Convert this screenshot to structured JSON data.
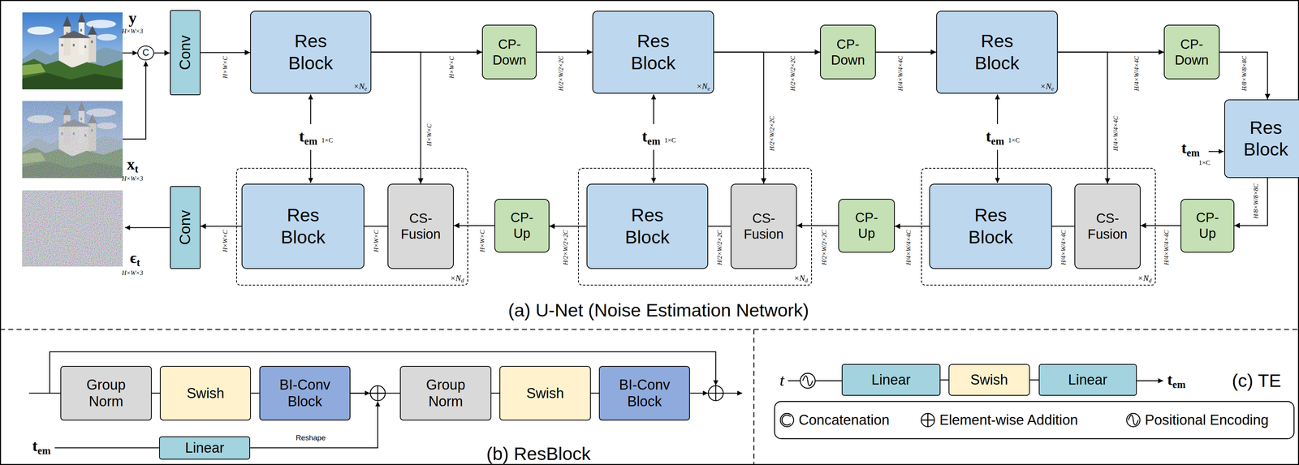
{
  "diagram": {
    "nodes": [
      {
        "text": [
          "C"
        ]
      },
      {
        "text": [
          "Conv"
        ]
      },
      {
        "text": [
          "Res Block",
          "×Ne"
        ]
      },
      {
        "text": [
          "CP- Down"
        ]
      },
      {
        "text": [
          "Res Block",
          "×Ne"
        ]
      },
      {
        "text": [
          "CP- Down"
        ]
      },
      {
        "text": [
          "Res Block",
          "×Ne"
        ]
      },
      {
        "text": [
          "CP- Down"
        ]
      },
      {
        "text": [
          "Res Block"
        ]
      },
      {
        "text": [
          "×Nd"
        ]
      },
      {
        "text": [
          "Res Block"
        ],
        "in": 9
      },
      {
        "text": [
          "CS- Fusion"
        ],
        "in": 9
      },
      {
        "text": [
          "CP- Up"
        ]
      },
      {
        "text": [
          "×Nd"
        ]
      },
      {
        "text": [
          "Res Block"
        ],
        "in": 13
      },
      {
        "text": [
          "CS- Fusion"
        ],
        "in": 13
      },
      {
        "text": [
          "CP- Up"
        ]
      },
      {
        "text": [
          "×Nd"
        ]
      },
      {
        "text": [
          "Res Block"
        ],
        "in": 17
      },
      {
        "text": [
          "CS- Fusion"
        ],
        "in": 17
      },
      {
        "text": [
          "CP- Up"
        ]
      },
      {
        "text": [
          "Conv"
        ]
      },
      {
        "text": [
          "Group Norm"
        ]
      },
      {
        "text": [
          "Swish"
        ]
      },
      {
        "text": [
          "BI-Conv Block"
        ]
      },
      {
        "text": [
          "Group Norm"
        ]
      },
      {
        "text": [
          "Swish"
        ]
      },
      {
        "text": [
          "BI-Conv Block"
        ]
      },
      {
        "text": [
          "Linear"
        ]
      },
      {
        "text": [
          "Linear"
        ]
      },
      {
        "text": [
          "Swish"
        ]
      },
      {
        "text": [
          "Linear"
        ]
      }
    ],
    "edges": [
      {
        "from": 0,
        "to": 1,
        "arrow": "to"
      },
      {
        "from": 1,
        "to": 2,
        "arrow": "to"
      },
      {
        "from": 2,
        "to": 3,
        "arrow": "to"
      },
      {
        "from": 3,
        "to": 4,
        "arrow": "to"
      },
      {
        "from": 4,
        "to": 5,
        "arrow": "to"
      },
      {
        "from": 5,
        "to": 6,
        "arrow": "to"
      },
      {
        "from": 6,
        "to": 7,
        "arrow": "to"
      },
      {
        "from": 7,
        "to": 8,
        "arrow": "to"
      },
      {
        "from": 8,
        "to": 20,
        "arrow": "to"
      },
      {
        "from": 20,
        "to": 19,
        "arrow": "to"
      },
      {
        "from": 19,
        "to": 18,
        "arrow": "none"
      },
      {
        "from": 18,
        "to": 16,
        "arrow": "to"
      },
      {
        "from": 16,
        "to": 15,
        "arrow": "to"
      },
      {
        "from": 15,
        "to": 14,
        "arrow": "none"
      },
      {
        "from": 14,
        "to": 12,
        "arrow": "to"
      },
      {
        "from": 12,
        "to": 11,
        "arrow": "to"
      },
      {
        "from": 11,
        "to": 10,
        "arrow": "none"
      },
      {
        "from": 10,
        "to": 21,
        "arrow": "to"
      },
      {
        "from": 2,
        "to": 11,
        "arrow": "to"
      },
      {
        "from": 4,
        "to": 15,
        "arrow": "to"
      },
      {
        "from": 6,
        "to": 19,
        "arrow": "to"
      },
      {
        "from": 22,
        "to": 23,
        "arrow": "none"
      },
      {
        "from": 23,
        "to": 24,
        "arrow": "none"
      },
      {
        "from": 24,
        "to": 25,
        "arrow": "none"
      },
      {
        "from": 25,
        "to": 26,
        "arrow": "none"
      },
      {
        "from": 26,
        "to": 27,
        "arrow": "none"
      },
      {
        "from": 29,
        "to": 30,
        "arrow": "none"
      },
      {
        "from": 30,
        "to": 31,
        "arrow": "none"
      }
    ],
    "labels": [
      "y",
      "H×W×3",
      "xt",
      "H×W×3",
      "ϵt",
      "H×W×3",
      "H×W×C",
      "H×W×C",
      "H/2×W/2×2C",
      "H/2×W/2×2C",
      "H/4×W/4×4C",
      "H/4×W/4×4C",
      "H/8×W/8×8C",
      "tem",
      "1×C",
      "tem",
      "1×C",
      "tem",
      "1×C",
      "tem",
      "1×C",
      "H×W×C",
      "H/2×W/2×2C",
      "H/4×W/4×4C",
      "H/8×W/8×8C",
      "H/4×W/4×4C",
      "H/4×W/4×4C",
      "H/4×W/4×4C",
      "H/2×W/2×2C",
      "H/2×W/2×2C",
      "H/2×W/2×2C",
      "H×W×C",
      "H×W×C",
      "H×W×C",
      "(a) U-Net (Noise Estimation Network)",
      "tem",
      "Reshape",
      "(b) ResBlock",
      "t",
      "tem",
      "(c) TE"
    ],
    "legend": [
      {
        "text": "Concatenation"
      },
      {
        "text": "Element-wise Addition"
      },
      {
        "text": "Positional Encoding"
      }
    ]
  }
}
